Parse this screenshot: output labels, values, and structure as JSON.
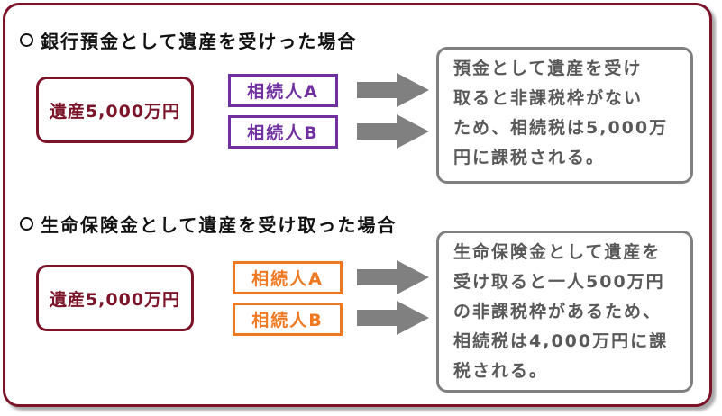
{
  "colors": {
    "frame": "#7b1429",
    "heir1": "#7030a0",
    "heir2": "#f07820",
    "arrow": "#808080",
    "desc_border": "#7f7f7f",
    "desc_text": "#595959"
  },
  "section1": {
    "heading": "銀行預金として遺産を受けった場合",
    "estate": "遺産5,000万円",
    "heirs": [
      "相続人A",
      "相続人B"
    ],
    "desc_lines": [
      "預金として遺産を受け",
      "取ると非課税枠がない",
      "ため、相続税は5,000万",
      "円に課税される。"
    ]
  },
  "section2": {
    "heading": "生命保険金として遺産を受け取った場合",
    "estate": "遺産5,000万円",
    "heirs": [
      "相続人A",
      "相続人B"
    ],
    "desc_lines": [
      "生命保険金として遺産を",
      "受け取ると一人500万円",
      "の非課税枠があるため、",
      "相続税は4,000万円に課",
      "税される。"
    ]
  }
}
